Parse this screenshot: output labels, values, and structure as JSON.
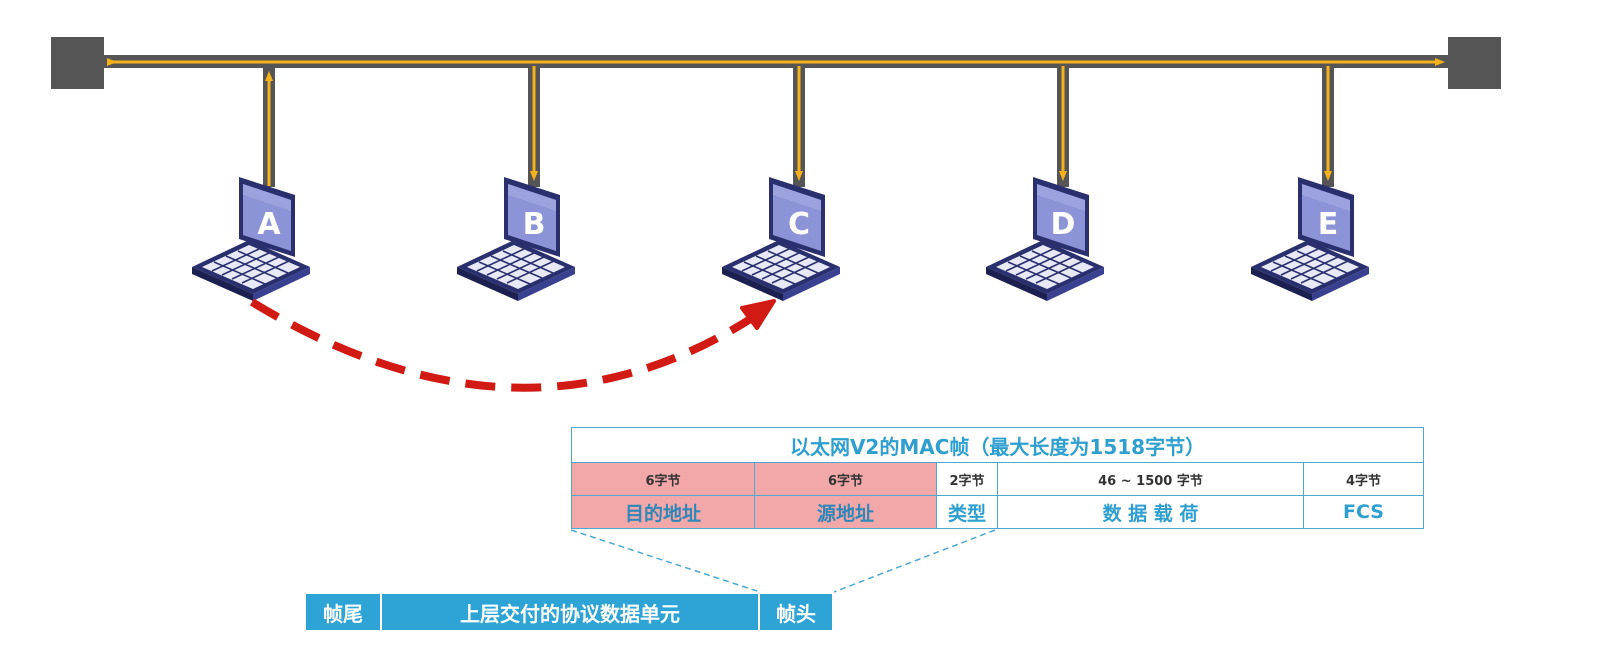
{
  "hosts": [
    {
      "id": "A"
    },
    {
      "id": "B"
    },
    {
      "id": "C"
    },
    {
      "id": "D"
    },
    {
      "id": "E"
    }
  ],
  "flow": {
    "from": "A",
    "to": "C"
  },
  "mac_frame": {
    "title": "以太网V2的MAC帧（最大长度为1518字节）",
    "fields": [
      {
        "size": "6字节",
        "name": "目的地址",
        "highlight": true
      },
      {
        "size": "6字节",
        "name": "源地址",
        "highlight": true
      },
      {
        "size": "2字节",
        "name": "类型",
        "highlight": false
      },
      {
        "size": "46 ~ 1500 字节",
        "name": "数 据 载 荷",
        "highlight": false
      },
      {
        "size": "4字节",
        "name": "FCS",
        "highlight": false
      }
    ]
  },
  "encapsulation": {
    "tail": "帧尾",
    "payload": "上层交付的协议数据单元",
    "head": "帧头"
  },
  "colors": {
    "bus": "#555555",
    "signal": "#f5b11c",
    "flow_arrow": "#d11a14",
    "table_border": "#4fa8cf",
    "highlight": "#f2a8a8",
    "bar": "#2ea3d6"
  }
}
